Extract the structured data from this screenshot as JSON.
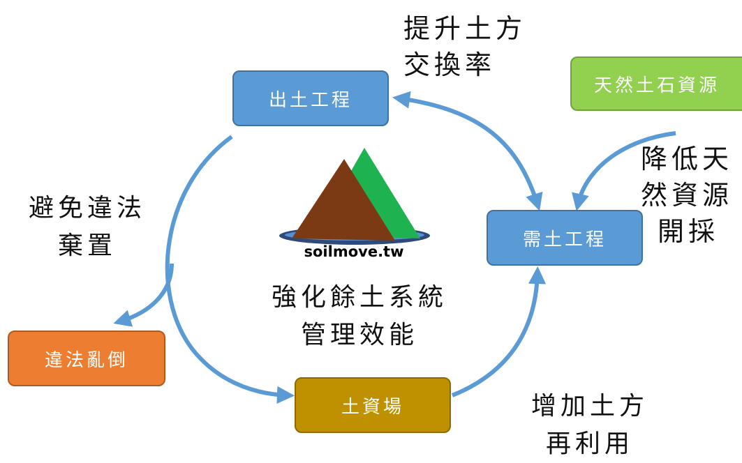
{
  "nodes": {
    "source": "出土工程",
    "demand": "需土工程",
    "natural": "天然土石資源",
    "illegal": "違法亂倒",
    "yard": "土資場"
  },
  "labels": {
    "exchange": [
      "提升土方",
      "交換率"
    ],
    "reduce": [
      "降低天",
      "然資源",
      "開採"
    ],
    "avoid": [
      "避免違法",
      "棄置"
    ],
    "center": [
      "強化餘土系統",
      "管理效能"
    ],
    "reuse": [
      "增加土方",
      "再利用"
    ]
  },
  "logo": {
    "caption": "soilmove.tw"
  },
  "colors": {
    "arrow": "#5b9bd5",
    "node_blue": "#5b9bd5",
    "node_green": "#92d050",
    "node_orange": "#ed7d31",
    "node_gold": "#bf9000",
    "mountain_brown": "#7b3a14",
    "mountain_green": "#1fb250",
    "logo_ellipse_dark": "#2e4a7a",
    "logo_ellipse_light": "#5a8fd0"
  }
}
